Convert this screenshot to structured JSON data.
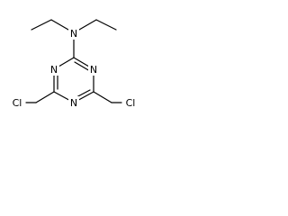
{
  "molecule": {
    "atoms": {
      "amine_n": "N",
      "ring_n_left": "N",
      "ring_n_right": "N",
      "ring_n_bottom": "N",
      "cl_left": "Cl",
      "cl_right": "Cl"
    }
  }
}
